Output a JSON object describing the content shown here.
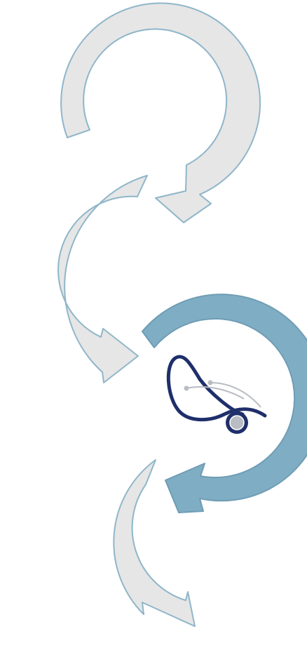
{
  "diagram": {
    "steps": [
      {
        "state": "inactive",
        "icon": ""
      },
      {
        "state": "inactive",
        "icon": ""
      },
      {
        "state": "active",
        "icon": "stethoscope-icon"
      },
      {
        "state": "inactive",
        "icon": ""
      }
    ]
  },
  "colors": {
    "inactive_fill": "#e6e6e6",
    "inactive_stroke": "#8fb6c9",
    "active_fill": "#7fadc4",
    "active_stroke": "#6f9db5",
    "stethoscope_tube": "#1f2f6b",
    "stethoscope_metal": "#b9bcc2"
  }
}
